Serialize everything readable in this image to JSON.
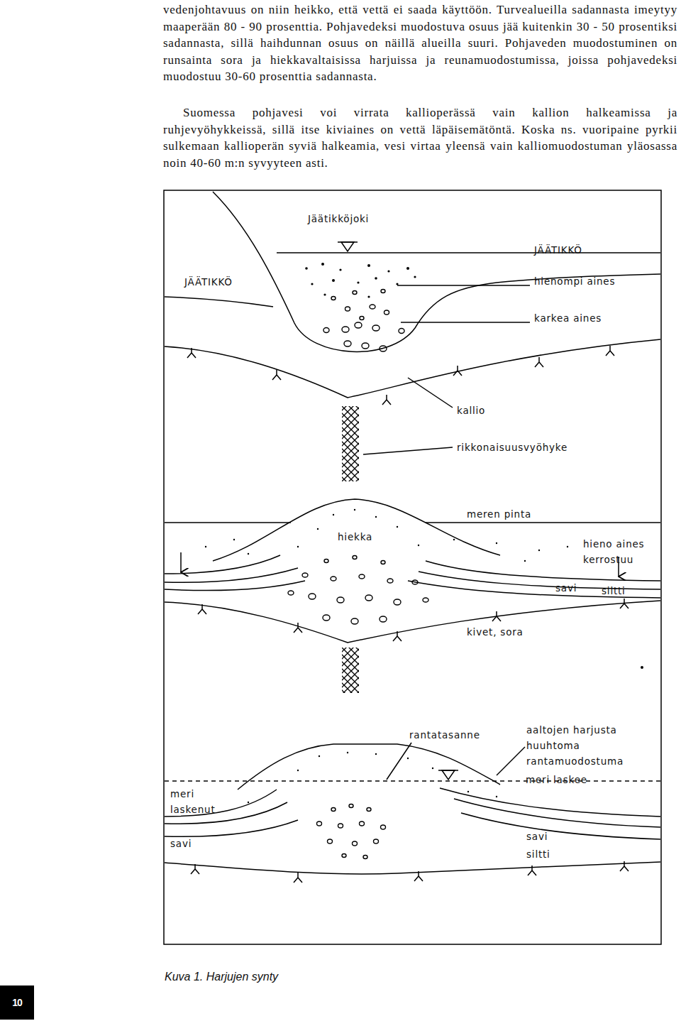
{
  "diagram": {
    "caption": "Kuva 1. Harjujen synty",
    "nodes": [
      {
        "text": [
          "10"
        ]
      }
    ],
    "labels": [
      "vedenjohtavuus on niin heikko, että vettä ei saada käyttöön. Turvealueilla sadannasta imeytyy maaperään 80 - 90 prosenttia. Pohjavedeksi muodostuva osuus jää kuitenkin 30 - 50 prosentiksi sadannasta, sillä haihdunnan osuus on näillä alueilla suuri. Pohjaveden muodostuminen on runsainta sora ja hiekkavaltaisissa harjuissa ja reunamuodostumissa, joissa pohjavedeksi muodostuu 30-60 prosenttia sadannasta.",
      "Suomessa pohjavesi voi virrata kallioperässä vain kallion halkeamissa ja ruhjevyöhykkeissä, sillä itse kiviaines on vettä läpäisemätöntä. Koska ns. vuoripaine pyrkii sulkemaan kallioperän syviä halkeamia, vesi virtaa yleensä vain kalliomuodostuman yläosassa noin 40-60 m:n syvyyteen asti.",
      "Jäätikköjoki",
      "JÄÄTIKKÖ",
      "JÄÄTIKKÖ",
      "hienompi aines",
      "karkea aines",
      "kallio",
      "rikkonaisuusvyöhyke",
      "meren pinta",
      "hiekka",
      "hieno aines kerrostuu",
      "savi",
      "siltti",
      "kivet, sora",
      "rantatasanne",
      "aaltojen harjusta huuhtoma rantamuodostuma",
      "meri laskee",
      "meri laskenut",
      "savi",
      "savi",
      "siltti"
    ]
  }
}
